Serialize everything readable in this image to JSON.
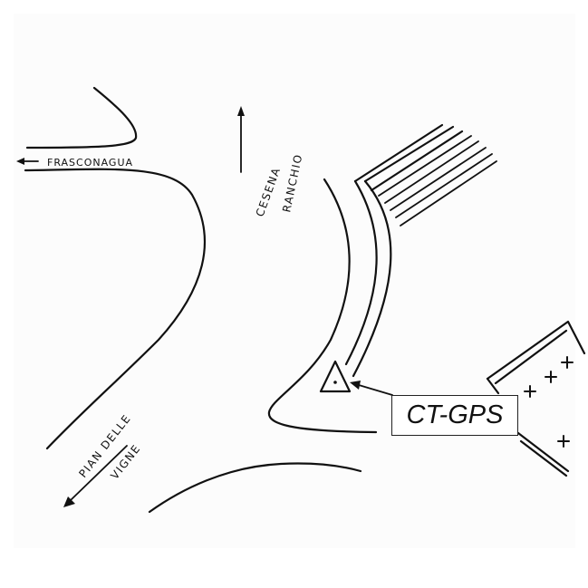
{
  "map": {
    "labels": {
      "frasconagua": "FRASCONAGUA",
      "cesena": "CESENA",
      "ranchio": "RANCHIO",
      "pian_delle": "PIAN DELLE",
      "vigne": "VIGNE"
    },
    "station_label": "CT-GPS",
    "station_symbol": "triangle-marker-icon"
  }
}
